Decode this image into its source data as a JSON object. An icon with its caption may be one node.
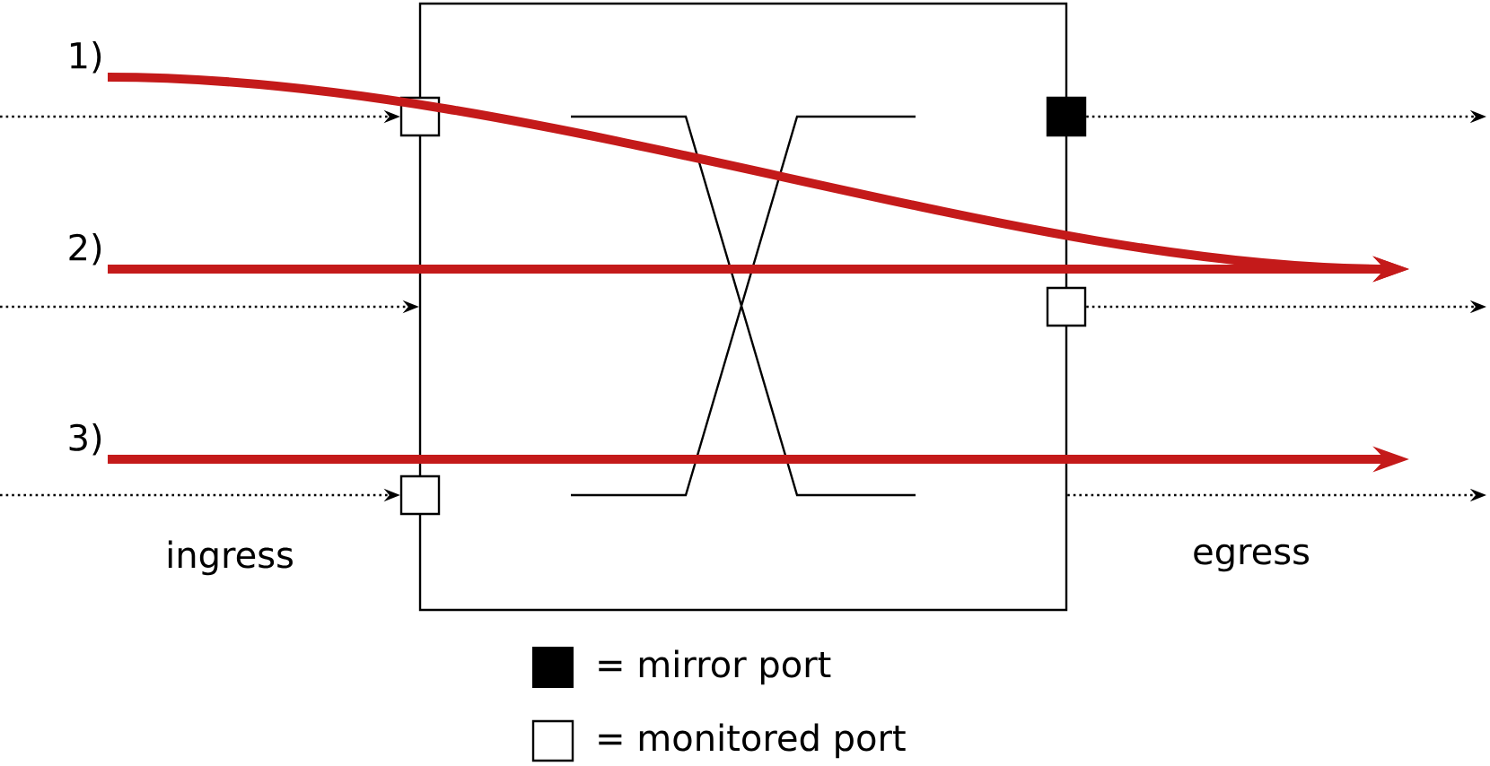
{
  "diagram": {
    "nodes": [
      {
        "text": [],
        "shape": "box"
      },
      {
        "text": [],
        "shape": "box"
      },
      {
        "text": [],
        "shape": "box"
      },
      {
        "text": [],
        "shape": "box"
      },
      {
        "text": [],
        "shape": "box"
      },
      {
        "text": [
          "1)"
        ]
      },
      {
        "text": [
          "2)"
        ]
      },
      {
        "text": [
          "3)"
        ]
      }
    ],
    "edges": [
      {
        "from": 5,
        "to": null,
        "arrow": "to",
        "style": "thick",
        "color": "#c41a1a"
      },
      {
        "from": 6,
        "to": null,
        "arrow": "to",
        "style": "thick",
        "color": "#c41a1a"
      },
      {
        "from": 7,
        "to": null,
        "arrow": "to",
        "style": "thick",
        "color": "#c41a1a"
      },
      {
        "from": null,
        "to": 1,
        "arrow": "to",
        "style": "dashed"
      },
      {
        "from": null,
        "to": 0,
        "arrow": "to",
        "style": "dashed"
      },
      {
        "from": null,
        "to": 4,
        "arrow": "to",
        "style": "dashed"
      },
      {
        "from": 2,
        "to": null,
        "arrow": "to",
        "style": "dashed"
      },
      {
        "from": 3,
        "to": null,
        "arrow": "to",
        "style": "dashed"
      },
      {
        "from": 0,
        "to": null,
        "arrow": "to",
        "style": "dashed"
      }
    ],
    "labels": [
      "ingress",
      "egress"
    ],
    "legend": [
      {
        "text": "= mirror port",
        "color": "#000000"
      },
      {
        "text": "= monitored port"
      }
    ]
  }
}
